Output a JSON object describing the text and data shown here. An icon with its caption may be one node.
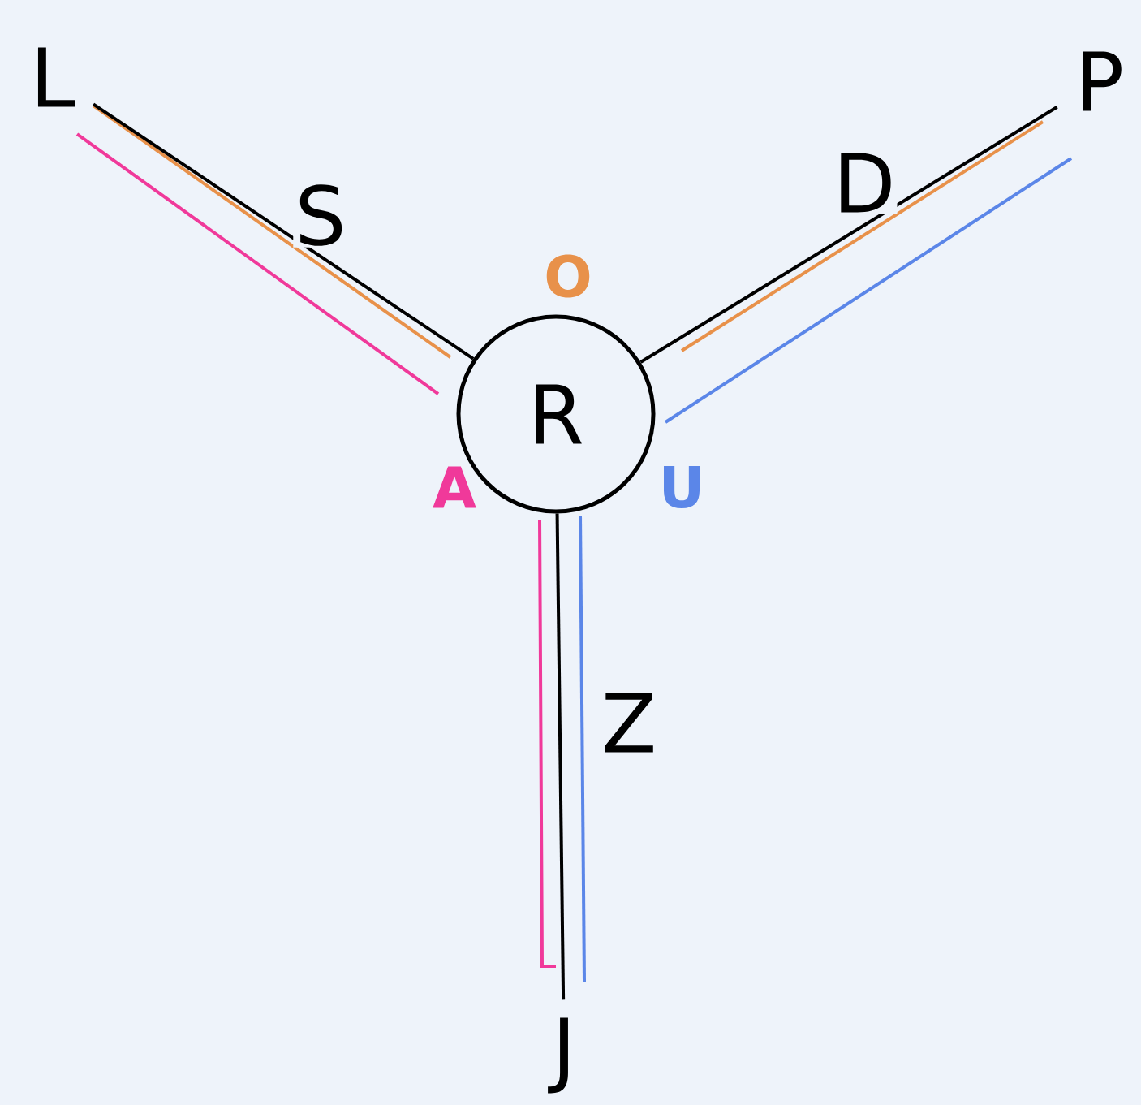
{
  "diagram": {
    "nodes": [
      {
        "text": [
          "L"
        ]
      },
      {
        "text": [
          "P"
        ]
      },
      {
        "text": [
          "R"
        ]
      },
      {
        "text": [
          "J"
        ]
      }
    ],
    "edges": [
      {
        "from": 2,
        "to": 0,
        "arrow": "none",
        "label": "S"
      },
      {
        "from": 2,
        "to": 1,
        "arrow": "none",
        "label": "D"
      },
      {
        "from": 2,
        "to": 3,
        "arrow": "none",
        "label": "Z"
      }
    ],
    "labels": [
      "O",
      "A",
      "U"
    ]
  }
}
